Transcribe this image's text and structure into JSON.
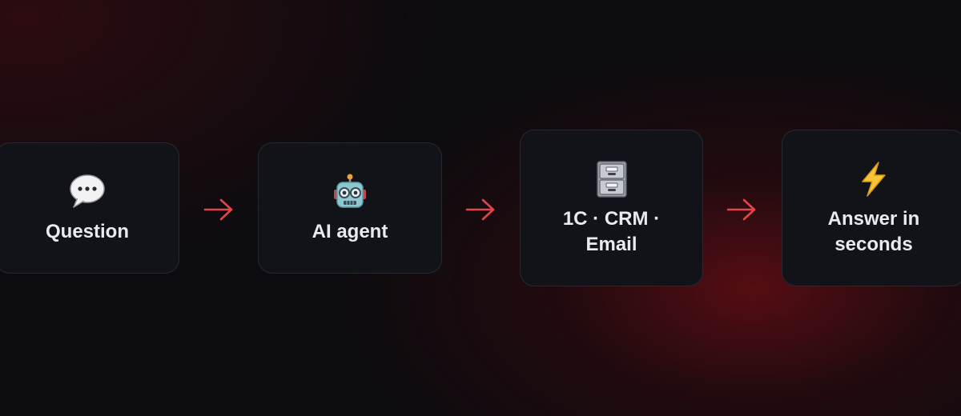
{
  "colors": {
    "arrow": "#e2454a",
    "card_bg": "#121319",
    "card_border": "#262830",
    "label": "#e9eaee"
  },
  "steps": [
    {
      "icon": "speech-bubble-icon",
      "label": "Question"
    },
    {
      "icon": "robot-icon",
      "label": "AI agent"
    },
    {
      "icon": "file-cabinet-icon",
      "label": "1C · CRM · Email"
    },
    {
      "icon": "lightning-icon",
      "label": "Answer in seconds"
    }
  ],
  "connectors": [
    {
      "icon": "arrow-right-icon"
    },
    {
      "icon": "arrow-right-icon"
    },
    {
      "icon": "arrow-right-icon"
    }
  ]
}
